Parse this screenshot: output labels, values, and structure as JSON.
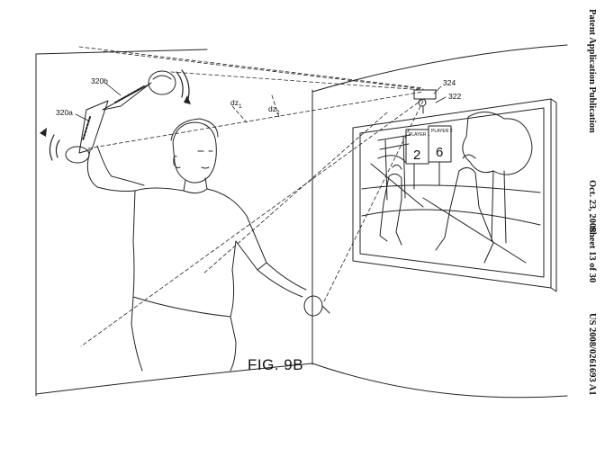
{
  "figure": {
    "label": "FIG. 9B"
  },
  "header": {
    "publication": "Patent Application Publication",
    "date": "Oct. 23, 2008",
    "sheet": "Sheet 13 of 30",
    "number": "US 2008/0261693 A1"
  },
  "references": {
    "controller_b": "320b",
    "controller_a": "320a",
    "dz1_main": "dz",
    "dz1_sub": "1",
    "dz2_main": "dz",
    "dz2_sub": "2",
    "camera": "324",
    "display_unit": "322"
  },
  "screen": {
    "player1_label": "PLAYER 1",
    "player1_score": "2",
    "player2_label": "PLAYER 2",
    "player2_score": "6"
  }
}
